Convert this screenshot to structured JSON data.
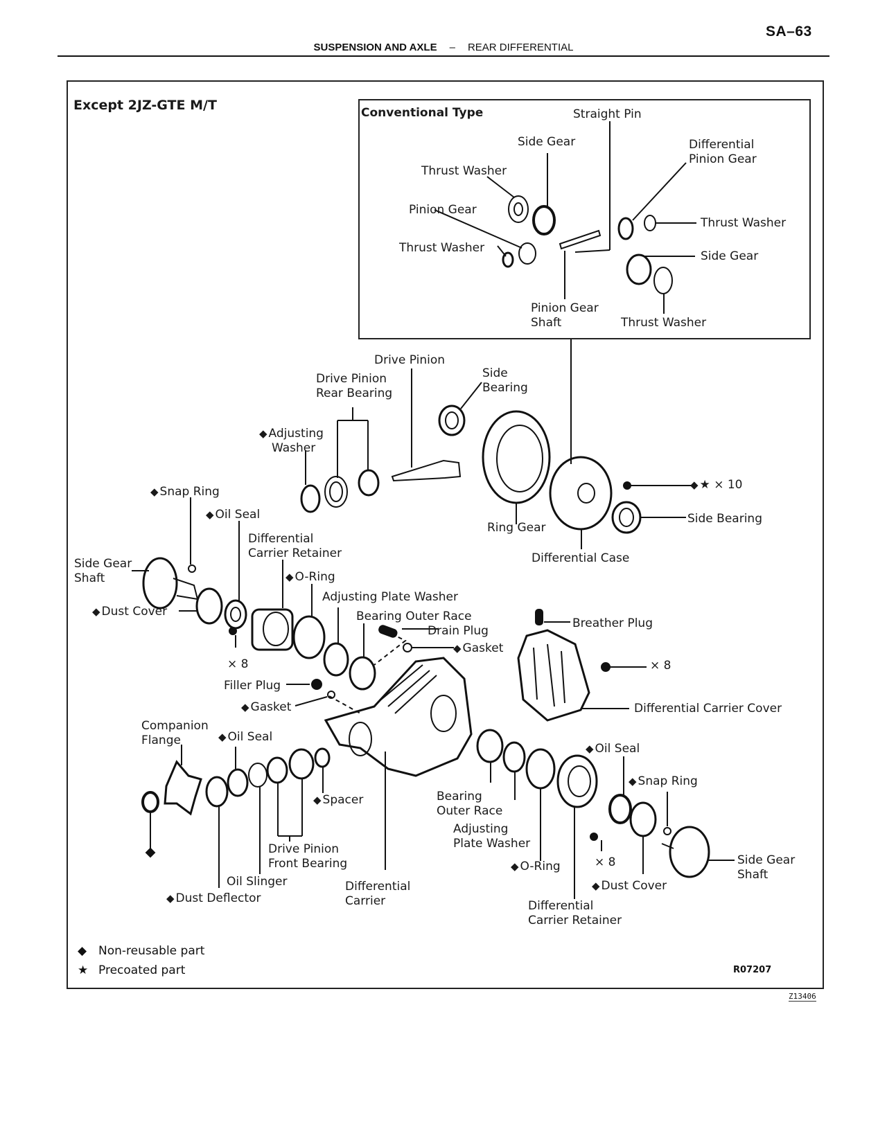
{
  "header": {
    "page_number": "SA–63",
    "section": "SUSPENSION AND AXLE",
    "separator": "–",
    "subsection": "REAR DIFFERENTIAL"
  },
  "figure": {
    "title": "Except 2JZ-GTE M/T",
    "inset": {
      "title": "Conventional Type",
      "labels": {
        "straight_pin": "Straight Pin",
        "side_gear_top": "Side Gear",
        "thrust_washer_1": "Thrust Washer",
        "pinion_gear": "Pinion Gear",
        "thrust_washer_2": "Thrust Washer",
        "diff_pinion_gear_1": "Differential",
        "diff_pinion_gear_2": "Pinion Gear",
        "thrust_washer_3": "Thrust Washer",
        "side_gear_right": "Side Gear",
        "pinion_gear_shaft_1": "Pinion Gear",
        "pinion_gear_shaft_2": "Shaft",
        "thrust_washer_4": "Thrust Washer"
      }
    },
    "labels": {
      "drive_pinion": "Drive Pinion",
      "drive_pinion_rear_bearing_1": "Drive Pinion",
      "drive_pinion_rear_bearing_2": "Rear Bearing",
      "side_bearing_top_1": "Side",
      "side_bearing_top_2": "Bearing",
      "adjusting_washer_1": "Adjusting",
      "adjusting_washer_2": "Washer",
      "bolt_x10": "× 10",
      "side_bearing_right": "Side Bearing",
      "ring_gear": "Ring Gear",
      "differential_case": "Differential Case",
      "snap_ring_left": "Snap Ring",
      "oil_seal_left": "Oil Seal",
      "diff_carrier_retainer_left_1": "Differential",
      "diff_carrier_retainer_left_2": "Carrier Retainer",
      "side_gear_shaft_left_1": "Side Gear",
      "side_gear_shaft_left_2": "Shaft",
      "o_ring_left": "O-Ring",
      "adjusting_plate_washer_top": "Adjusting Plate Washer",
      "dust_cover_left": "Dust Cover",
      "bearing_outer_race_top": "Bearing Outer Race",
      "drain_plug": "Drain Plug",
      "gasket_right": "Gasket",
      "breather_plug": "Breather Plug",
      "x8_left": "× 8",
      "x8_cover": "× 8",
      "filler_plug": "Filler Plug",
      "gasket_left": "Gasket",
      "diff_carrier_cover": "Differential Carrier Cover",
      "companion_flange_1": "Companion",
      "companion_flange_2": "Flange",
      "oil_seal_front": "Oil Seal",
      "oil_seal_right": "Oil Seal",
      "snap_ring_right": "Snap Ring",
      "spacer": "Spacer",
      "bearing_outer_race_bottom_1": "Bearing",
      "bearing_outer_race_bottom_2": "Outer Race",
      "adjusting_plate_washer_bottom_1": "Adjusting",
      "adjusting_plate_washer_bottom_2": "Plate Washer",
      "drive_pinion_front_bearing_1": "Drive Pinion",
      "drive_pinion_front_bearing_2": "Front Bearing",
      "o_ring_right": "O-Ring",
      "x8_right": "× 8",
      "side_gear_shaft_right_1": "Side Gear",
      "side_gear_shaft_right_2": "Shaft",
      "oil_slinger": "Oil Slinger",
      "dust_cover_right": "Dust Cover",
      "dust_deflector": "Dust Deflector",
      "differential_carrier_1": "Differential",
      "differential_carrier_2": "Carrier",
      "diff_carrier_retainer_right_1": "Differential",
      "diff_carrier_retainer_right_2": "Carrier Retainer"
    },
    "legend": [
      {
        "symbol": "◆",
        "text": "Non-reusable part"
      },
      {
        "symbol": "★",
        "text": "Precoated part"
      }
    ],
    "symbols": {
      "non_reusable": "◆",
      "precoated": "★"
    },
    "figure_code": "R07207",
    "page_code": "Z13406"
  }
}
